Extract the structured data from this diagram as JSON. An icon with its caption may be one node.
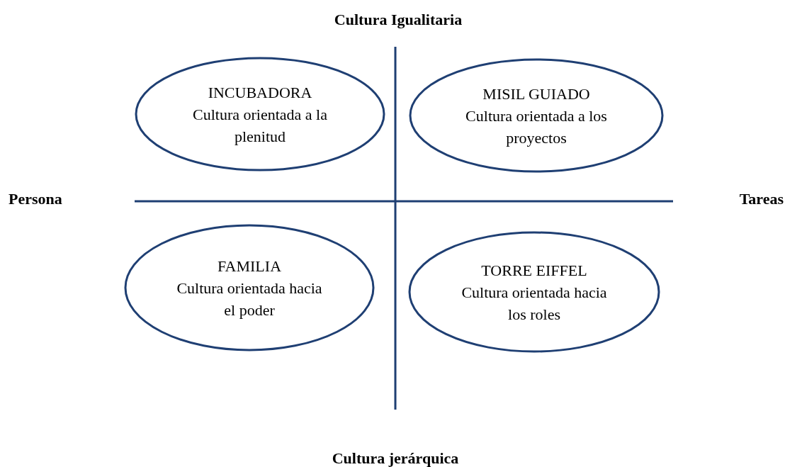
{
  "diagram": {
    "nodes": [
      {
        "text": [
          "INCUBADORA",
          "Cultura orientada a la plenitud"
        ]
      },
      {
        "text": [
          "MISIL GUIADO",
          "Cultura orientada a los proyectos"
        ]
      },
      {
        "text": [
          "FAMILIA",
          "Cultura orientada hacia el poder"
        ]
      },
      {
        "text": [
          "TORRE EIFFEL",
          "Cultura orientada hacia los roles"
        ]
      }
    ],
    "edges": [],
    "labels": [
      "Cultura Igualitaria",
      "Persona",
      "Tareas",
      "Cultura jerárquica"
    ]
  }
}
